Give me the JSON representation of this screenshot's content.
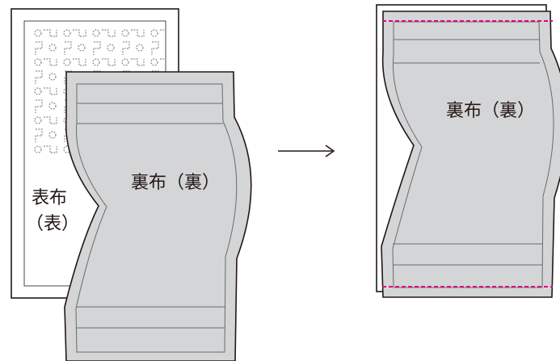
{
  "left_diagram": {
    "outer_fabric_label_line1": "表布",
    "outer_fabric_label_line2": "（表）",
    "lining_label": "裏布（裏）"
  },
  "arrow": {
    "glyph": "⟶"
  },
  "right_diagram": {
    "lining_label": "裏布（裏）"
  },
  "colors": {
    "fabric_gray": "#d4d5d6",
    "outline": "#231815",
    "stitch_magenta": "#e4007f"
  }
}
